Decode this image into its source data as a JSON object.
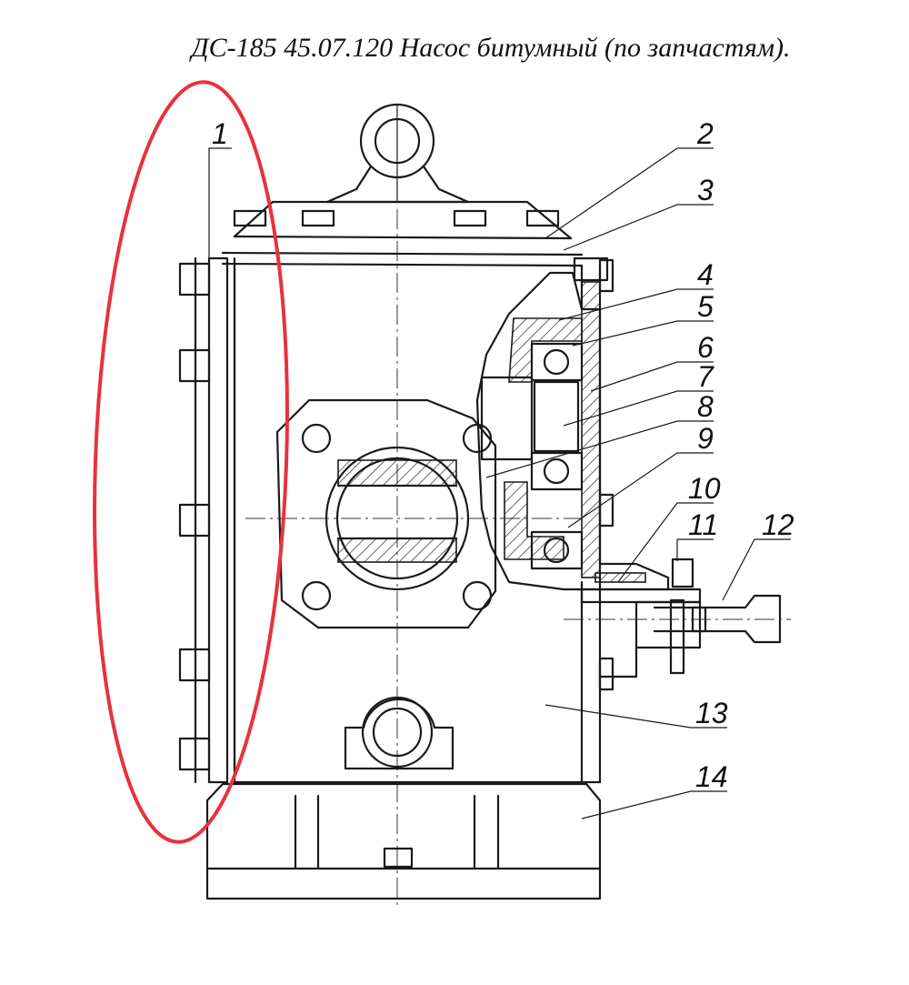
{
  "title": "ДС-185 45.07.120 Насос битумный (по запчастям).",
  "labels": [
    "1",
    "2",
    "3",
    "4",
    "5",
    "6",
    "7",
    "8",
    "9",
    "10",
    "11",
    "12",
    "13",
    "14"
  ],
  "highlight_color": "#e8323c",
  "line_color": "#1a1a1a"
}
